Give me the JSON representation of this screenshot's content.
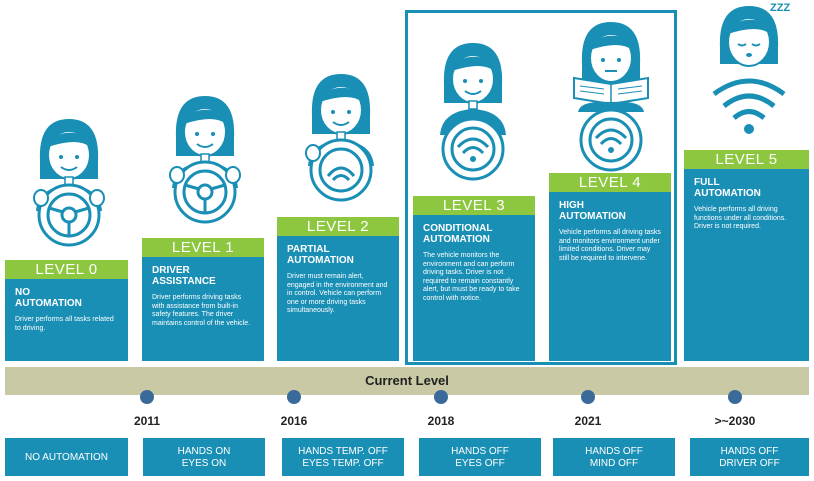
{
  "levels": [
    {
      "head": "LEVEL 0",
      "title": "NO\nAUTOMATION",
      "desc": "Driver performs all tasks related to driving."
    },
    {
      "head": "LEVEL 1",
      "title": "DRIVER\nASSISTANCE",
      "desc": "Driver performs driving tasks with assistance from built-in safety features. The driver maintains control of the vehicle."
    },
    {
      "head": "LEVEL 2",
      "title": "PARTIAL\nAUTOMATION",
      "desc": "Driver must remain alert, engaged in the environment and in control. Vehicle can perform one or more driving tasks simultaneously."
    },
    {
      "head": "LEVEL 3",
      "title": "CONDITIONAL\nAUTOMATION",
      "desc": "The vehicle monitors the environment and can perform driving tasks. Driver is not required to remain constantly alert, but must be ready to take control with notice."
    },
    {
      "head": "LEVEL 4",
      "title": "HIGH\nAUTOMATION",
      "desc": "Vehicle performs all driving tasks and monitors environment under limited conditions. Driver may still be required to intervene."
    },
    {
      "head": "LEVEL 5",
      "title": "FULL\nAUTOMATION",
      "desc": "Vehicle performs all driving functions under all conditions. Driver is not required."
    }
  ],
  "current_level_label": "Current Level",
  "years": [
    "2011",
    "2016",
    "2018",
    "2021",
    ">~2030"
  ],
  "modes": [
    [
      "NO AUTOMATION"
    ],
    [
      "HANDS ON",
      "EYES ON"
    ],
    [
      "HANDS TEMP. OFF",
      "EYES TEMP. OFF"
    ],
    [
      "HANDS OFF",
      "EYES OFF"
    ],
    [
      "HANDS OFF",
      "MIND OFF"
    ],
    [
      "HANDS OFF",
      "DRIVER OFF"
    ]
  ],
  "colors": {
    "green": "#8dc63f",
    "blue": "#1a8fb5",
    "bar": "#c9c9a5"
  },
  "sleep_text": "ZZZ"
}
